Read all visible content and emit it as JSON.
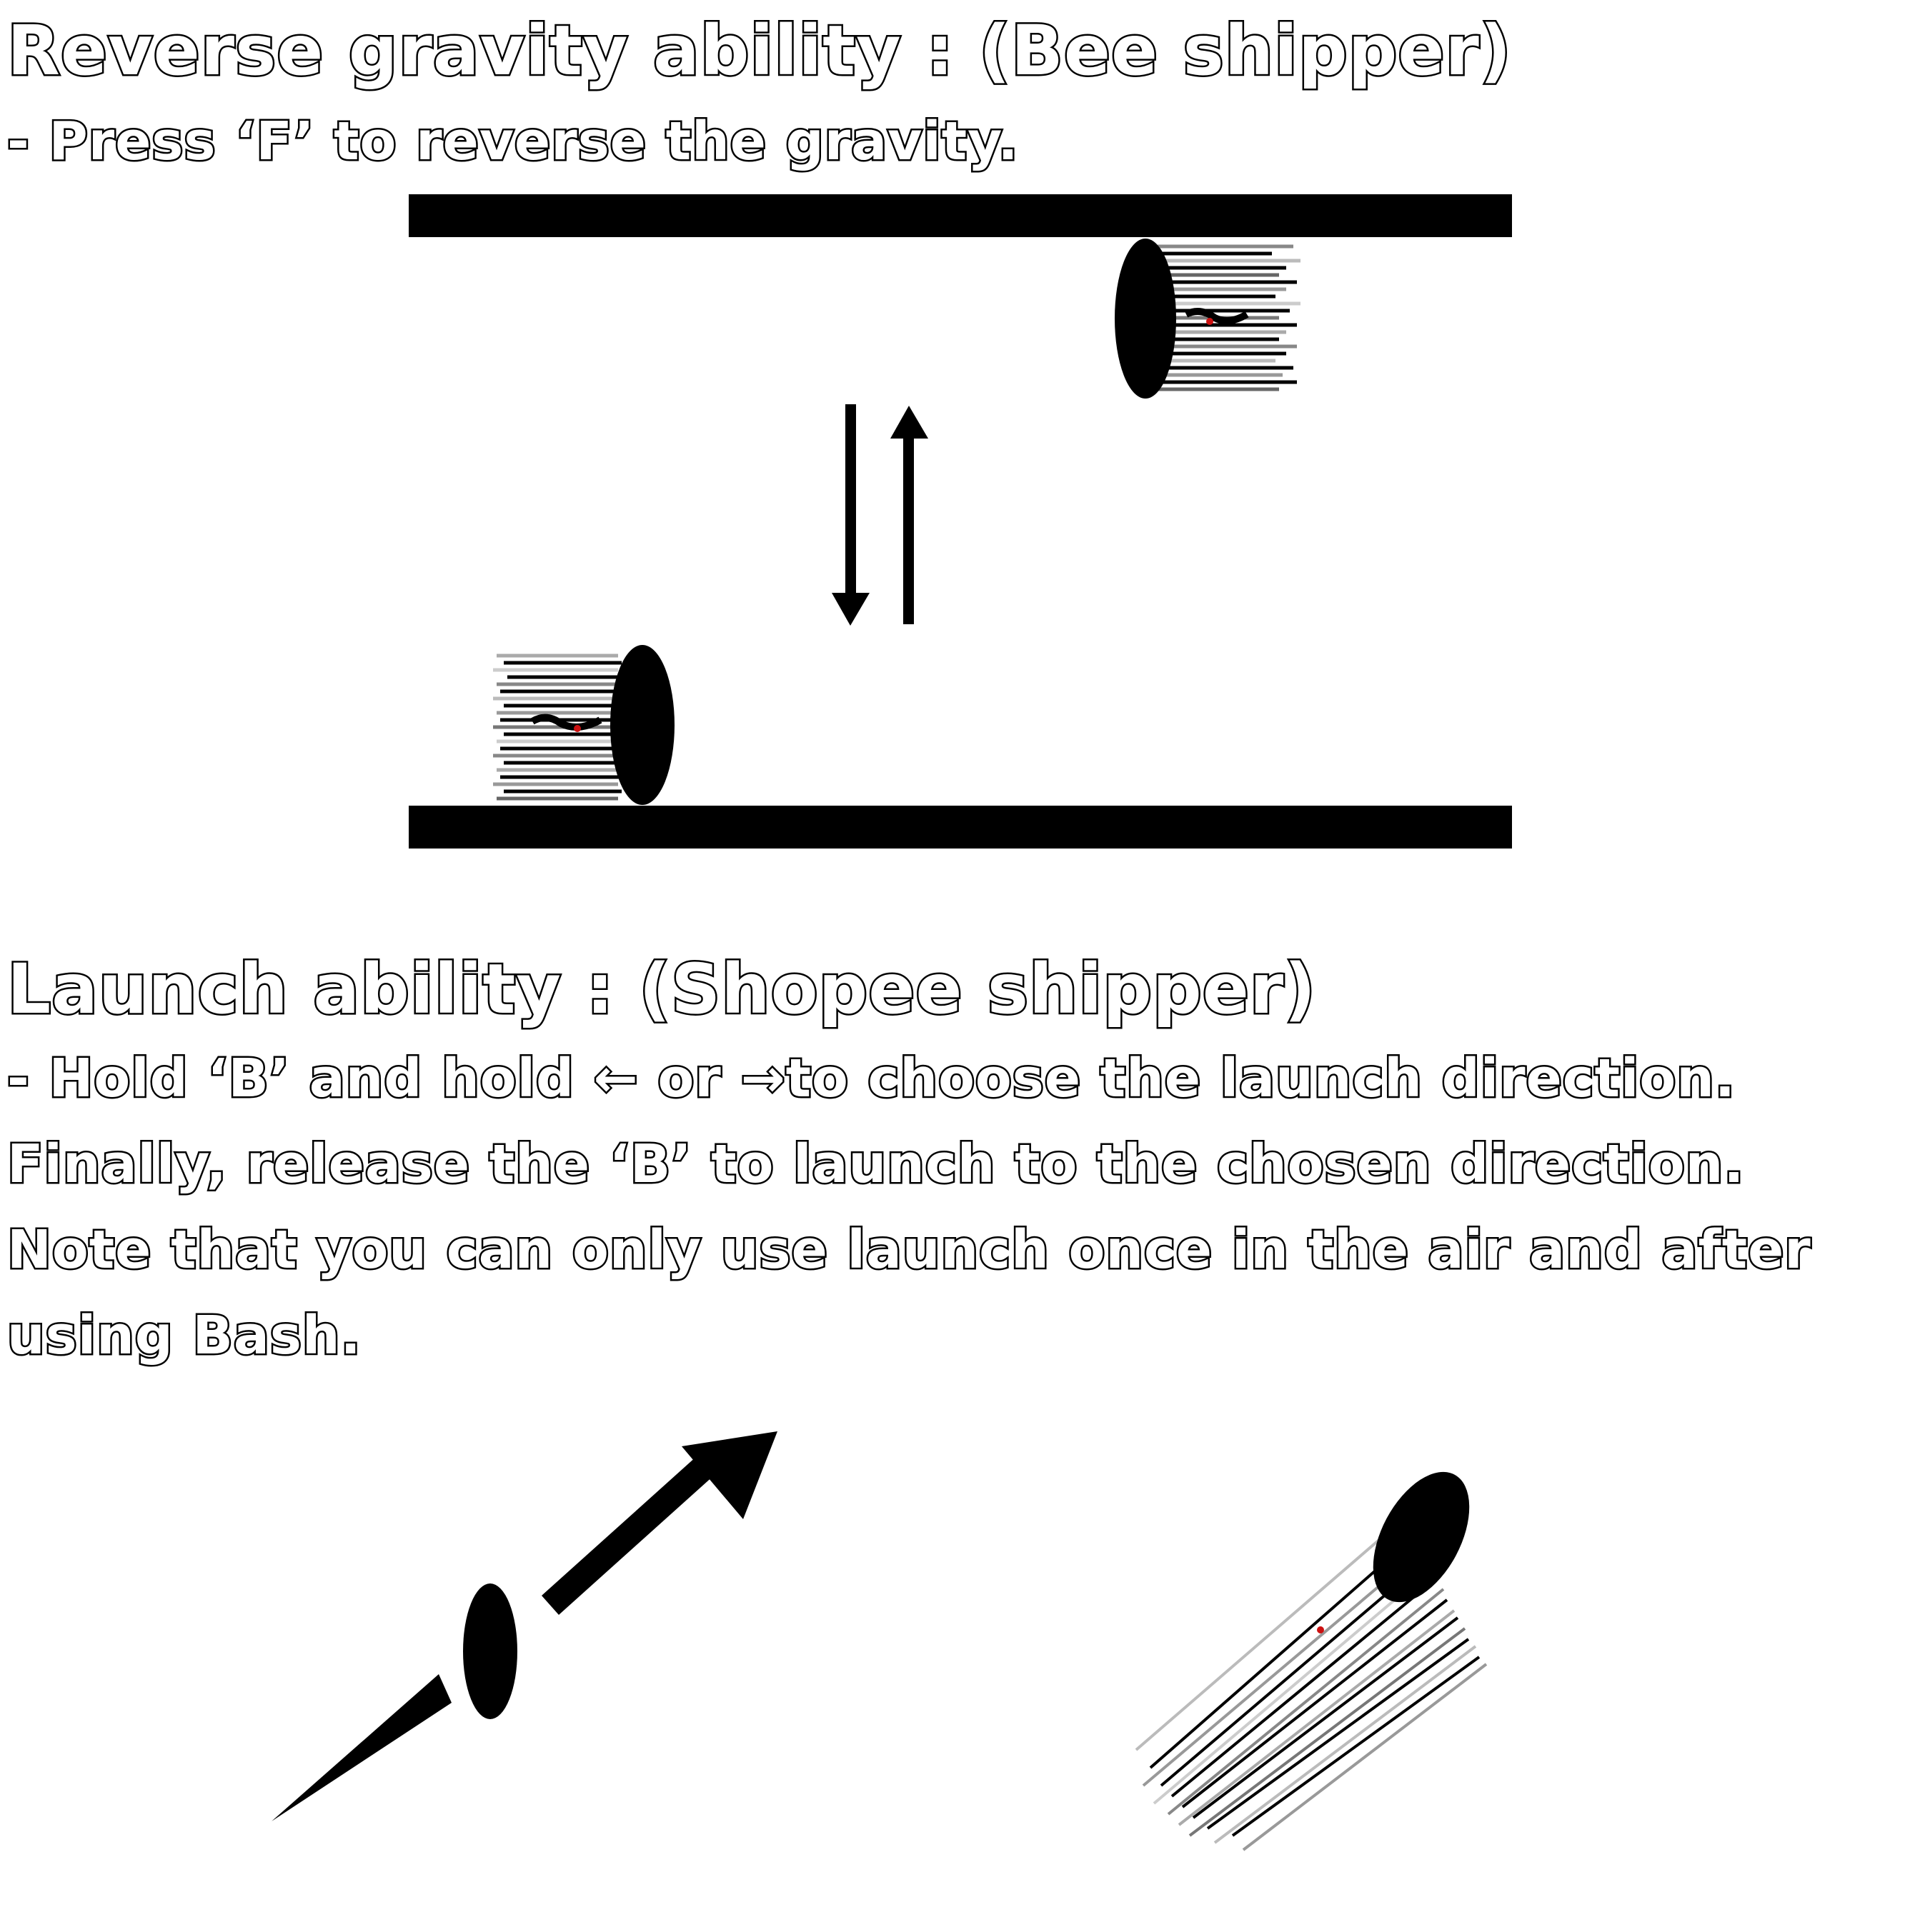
{
  "gravity": {
    "title": "Reverse gravity ability : (Bee shipper)",
    "description": "- Press ‘F’ to reverse the gravity."
  },
  "launch": {
    "title": "Launch ability : (Shopee shipper)",
    "lines": [
      "- Hold ‘B’ and hold ← or →to choose the launch direction.",
      "Finally, release the ‘B’ to launch to the chosen direction.",
      "Note that you can only use launch once in the air and after",
      "using Bash."
    ]
  },
  "colors": {
    "ink": "#000000",
    "paper": "#ffffff",
    "accent_red": "#cc1111"
  },
  "icons": {
    "gravity_arrows": "up-down-arrows-icon",
    "launch_arrow": "diagonal-launch-arrow-icon",
    "character": "shipper-character-icon"
  }
}
